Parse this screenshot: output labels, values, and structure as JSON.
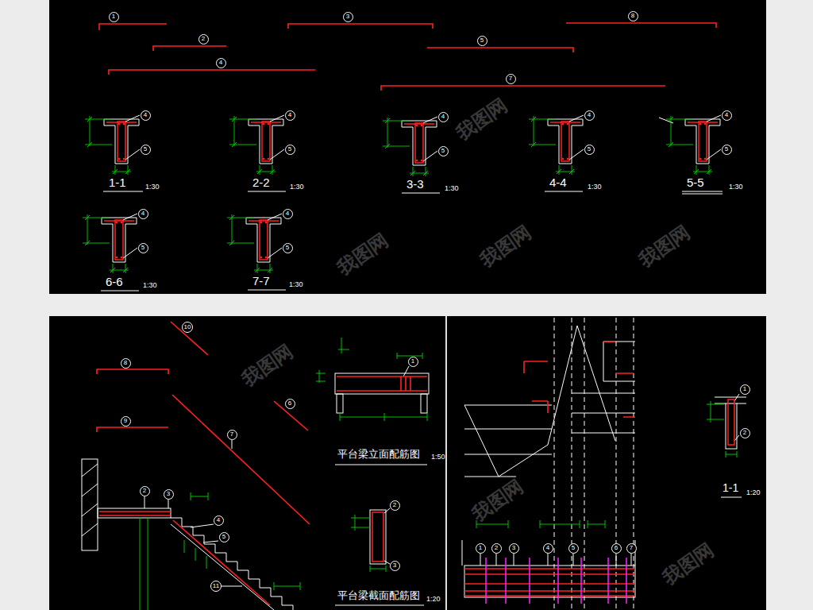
{
  "diagram": {
    "nodes": [
      {
        "text": [
          "1"
        ]
      },
      {
        "text": [
          "3"
        ]
      },
      {
        "text": [
          "8"
        ]
      },
      {
        "text": [
          "2"
        ]
      },
      {
        "text": [
          "5"
        ]
      },
      {
        "text": [
          "4"
        ]
      },
      {
        "text": [
          "7"
        ]
      },
      {
        "text": [
          "4"
        ]
      },
      {
        "text": [
          "5"
        ]
      },
      {
        "text": [
          "4"
        ]
      },
      {
        "text": [
          "5"
        ]
      },
      {
        "text": [
          "4"
        ]
      },
      {
        "text": [
          "5"
        ]
      },
      {
        "text": [
          "4"
        ]
      },
      {
        "text": [
          "5"
        ]
      },
      {
        "text": [
          "4"
        ]
      },
      {
        "text": [
          "5"
        ]
      },
      {
        "text": [
          "4"
        ]
      },
      {
        "text": [
          "5"
        ]
      },
      {
        "text": [
          "4"
        ]
      },
      {
        "text": [
          "5"
        ]
      },
      {
        "text": [
          "10"
        ]
      },
      {
        "text": [
          "8"
        ]
      },
      {
        "text": [
          "9"
        ]
      },
      {
        "text": [
          "6"
        ]
      },
      {
        "text": [
          "7"
        ]
      },
      {
        "text": [
          "1"
        ]
      },
      {
        "text": [
          "2"
        ]
      },
      {
        "text": [
          "3"
        ]
      },
      {
        "text": [
          "4"
        ]
      },
      {
        "text": [
          "5"
        ]
      },
      {
        "text": [
          "11"
        ]
      },
      {
        "text": [
          "2"
        ]
      },
      {
        "text": [
          "3"
        ]
      },
      {
        "text": [
          "1"
        ]
      },
      {
        "text": [
          "2"
        ]
      },
      {
        "text": [
          "1"
        ]
      },
      {
        "text": [
          "2"
        ]
      },
      {
        "text": [
          "3"
        ]
      },
      {
        "text": [
          "4"
        ]
      },
      {
        "text": [
          "5"
        ]
      },
      {
        "text": [
          "6"
        ]
      },
      {
        "text": [
          "7"
        ]
      }
    ],
    "labels": [
      "1-1",
      "1:30",
      "2-2",
      "1:30",
      "3-3",
      "1:30",
      "4-4",
      "1:30",
      "5-5",
      "1:30",
      "6-6",
      "1:30",
      "7-7",
      "1:30",
      "平台梁立面配筋图",
      "1:50",
      "平台梁截面配筋图",
      "1:20",
      "1-1",
      "1:20",
      "我图网",
      "我图网",
      "我图网",
      "我图网",
      "我图网",
      "我图网",
      "我图网"
    ]
  }
}
